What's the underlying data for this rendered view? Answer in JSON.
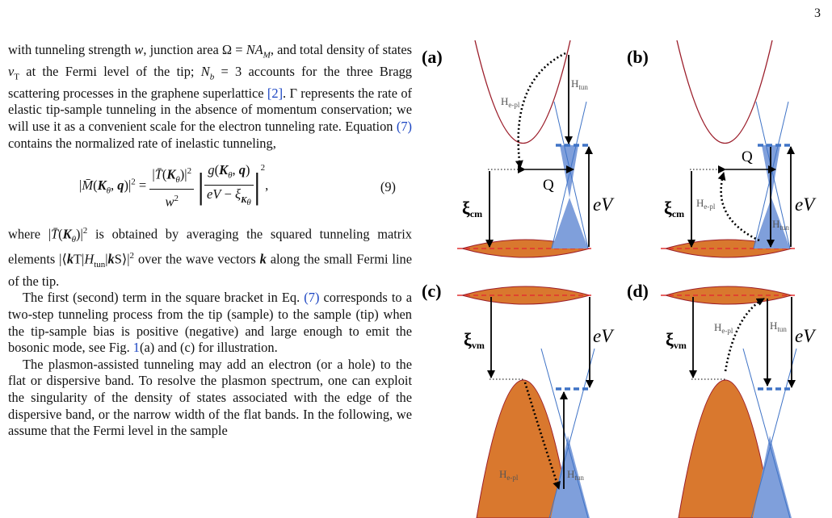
{
  "page_number": "3",
  "text": {
    "p1": "with tunneling strength w, junction area Ω = NA_M, and total density of states ν_T at the Fermi level of the tip; N_b = 3 accounts for the three Bragg scattering processes in the graphene superlattice [2]. Γ represents the rate of elastic tip-sample tunneling in the absence of momentum conservation; we will use it as a convenient scale for the electron tunneling rate. Equation (7) contains the normalized rate of inelastic tunneling,",
    "p1_refs": [
      "[2]",
      "(7)"
    ],
    "equation_number": "(9)",
    "p2": "where |T̄(K_θ)|² is obtained by averaging the squared tunneling matrix elements |⟨kT|H_tun|kS⟩|² over the wave vectors k along the small Fermi line of the tip.",
    "p3": "The first (second) term in the square bracket in Eq. (7) corresponds to a two-step tunneling process from the tip (sample) to the sample (tip) when the tip-sample bias is positive (negative) and large enough to emit the bosonic mode, see Fig. 1(a) and (c) for illustration.",
    "p4": "The plasmon-assisted tunneling may add an electron (or a hole) to the flat or dispersive band. To resolve the plasmon spectrum, one can exploit the singularity of the density of states associated with the edge of the dispersive band, or the narrow width of the flat bands. In the following, we assume that the Fermi level in the sample"
  },
  "figure": {
    "panels": [
      "(a)",
      "(b)",
      "(c)",
      "(d)"
    ],
    "labels": {
      "h_epl": "H",
      "h_epl_sub": "e-pl",
      "h_tun": "H",
      "h_tun_sub": "tun",
      "q": "Q",
      "ev": "eV",
      "xi": "ξ",
      "xi_cm_sub": "cm",
      "xi_vm_sub": "vm"
    },
    "colors": {
      "band_line": "#9b1d2a",
      "fill_orange": "#d9782e",
      "fill_blue": "#7f9fdb",
      "dashed_blue": "#3f73c6",
      "dashed_red": "#e23030"
    }
  }
}
